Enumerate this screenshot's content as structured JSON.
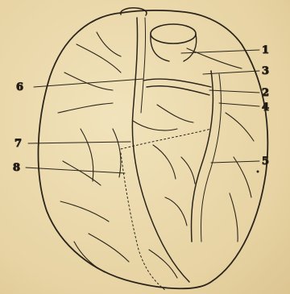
{
  "figure": {
    "labels": {
      "one": "1",
      "two": "2",
      "three": "3",
      "four": "4",
      "five": "5",
      "six": "6",
      "seven": "7",
      "eight": "8"
    },
    "colors": {
      "paper": "#ecdcb0",
      "ink": "#2a241b"
    }
  }
}
